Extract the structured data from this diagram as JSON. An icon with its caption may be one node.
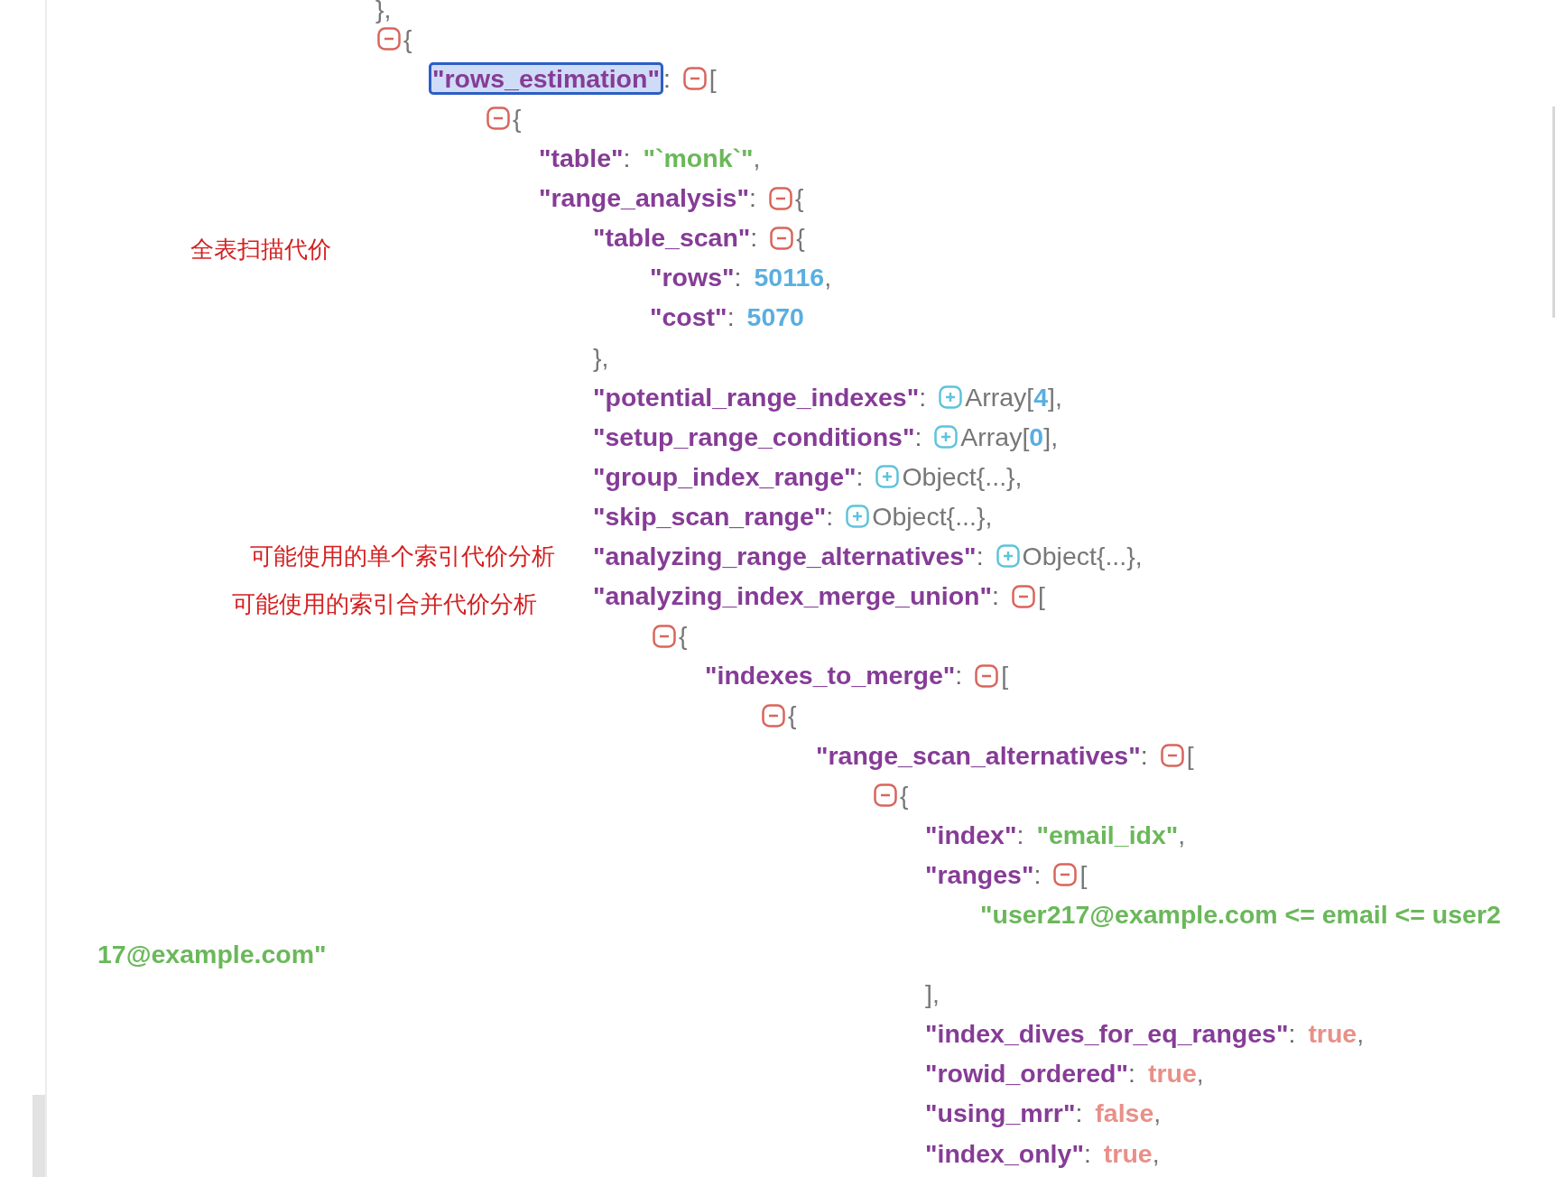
{
  "diagram": {
    "labels": [
      "},",
      "{",
      "\"rows_estimation\"",
      ":",
      "[",
      "{",
      "\"table\"",
      ":",
      "\"`monk`\"",
      ",",
      "\"range_analysis\"",
      ":",
      "{",
      "全表扫描代价",
      "\"table_scan\"",
      ":",
      "{",
      "\"rows\"",
      ":",
      "50116",
      ",",
      "\"cost\"",
      ":",
      "5070",
      "},",
      "\"potential_range_indexes\"",
      ":",
      "Array[",
      "4",
      "],",
      "\"setup_range_conditions\"",
      ":",
      "Array[",
      "0",
      "],",
      "\"group_index_range\"",
      ":",
      "Object{...},",
      "\"skip_scan_range\"",
      ":",
      "Object{...},",
      "可能使用的单个索引代价分析",
      "\"analyzing_range_alternatives\"",
      ":",
      "Object{...},",
      "可能使用的索引合并代价分析",
      "\"analyzing_index_merge_union\"",
      ":",
      "[",
      "{",
      "\"indexes_to_merge\"",
      ":",
      "[",
      "{",
      "\"range_scan_alternatives\"",
      ":",
      "[",
      "{",
      "\"index\"",
      ":",
      "\"email_idx\"",
      ",",
      "\"ranges\"",
      ":",
      "[",
      "\"user217@example.com <= email <= user2",
      "17@example.com\"",
      "],",
      "\"index_dives_for_eq_ranges\"",
      ":",
      "true",
      ",",
      "\"rowid_ordered\"",
      ":",
      "true",
      ",",
      "\"using_mrr\"",
      ":",
      "false",
      ",",
      "\"index_only\"",
      ":",
      "true",
      ","
    ]
  }
}
